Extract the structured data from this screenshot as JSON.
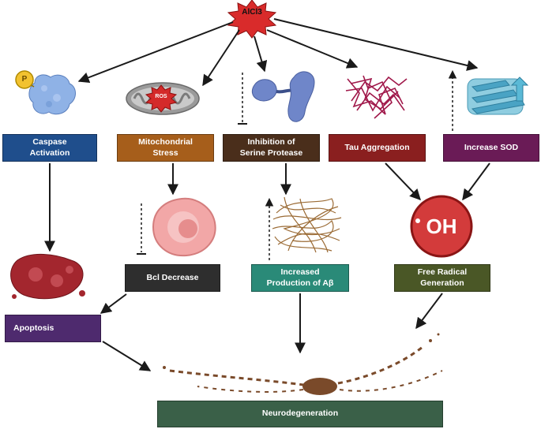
{
  "title": "",
  "source": {
    "label": "AlCl3"
  },
  "icons": {
    "ros": "ROS",
    "phospho": "P",
    "hydroxyl": "OH"
  },
  "nodes": {
    "caspase": {
      "label": "Caspase\nActivation",
      "color": "#1f4e8c"
    },
    "mito": {
      "label": "Mitochondrial\nStress",
      "color": "#a65e1b"
    },
    "serine": {
      "label": "Inhibition of\nSerine Protease",
      "color": "#4a2e1b"
    },
    "tau": {
      "label": "Tau Aggregation",
      "color": "#8a1f1f"
    },
    "sod": {
      "label": "Increase SOD",
      "color": "#6a1b56"
    },
    "bcl": {
      "label": "Bcl Decrease",
      "color": "#2e2e2e"
    },
    "abeta": {
      "label": "Increased\nProduction of Aβ",
      "color": "#2a8a78"
    },
    "radical": {
      "label": "Free Radical\nGeneration",
      "color": "#4a5726"
    },
    "apoptosis": {
      "label": "Apoptosis",
      "color": "#4e2a6e"
    },
    "neuro": {
      "label": "Neurodegeneration",
      "color": "#3a6048"
    }
  }
}
